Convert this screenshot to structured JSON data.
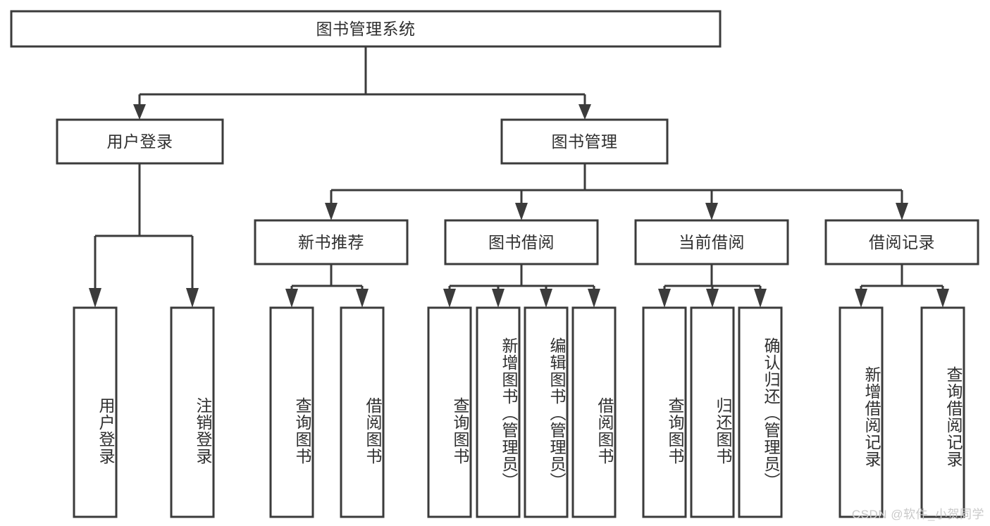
{
  "diagram": {
    "type": "tree-hierarchy",
    "title": "图书管理系统",
    "orientation": "top-down",
    "colors": {
      "stroke": "#3b3b3b",
      "fill": "#ffffff",
      "text": "#2f2f2f",
      "background": "#ffffff",
      "watermark": "#c9c9c9"
    },
    "nodes": {
      "root": {
        "label": "图书管理系统",
        "level": 1,
        "orientation": "horizontal"
      },
      "user_login": {
        "label": "用户登录",
        "level": 2,
        "orientation": "horizontal"
      },
      "book_manage": {
        "label": "图书管理",
        "level": 2,
        "orientation": "horizontal"
      },
      "new_book_rec": {
        "label": "新书推荐",
        "level": 3,
        "orientation": "horizontal"
      },
      "book_borrow": {
        "label": "图书借阅",
        "level": 3,
        "orientation": "horizontal"
      },
      "current_borrow": {
        "label": "当前借阅",
        "level": 3,
        "orientation": "horizontal"
      },
      "borrow_record": {
        "label": "借阅记录",
        "level": 3,
        "orientation": "horizontal"
      },
      "leaf_user_login": {
        "label": "用户登录",
        "level": 4,
        "orientation": "vertical"
      },
      "leaf_logout": {
        "label": "注销登录",
        "level": 4,
        "orientation": "vertical"
      },
      "leaf_query_book_1": {
        "label": "查询图书",
        "level": 4,
        "orientation": "vertical"
      },
      "leaf_borrow_book_1": {
        "label": "借阅图书",
        "level": 4,
        "orientation": "vertical"
      },
      "leaf_query_book_2": {
        "label": "查询图书",
        "level": 4,
        "orientation": "vertical"
      },
      "leaf_add_book": {
        "label": "新增图书（管理员）",
        "level": 4,
        "orientation": "vertical"
      },
      "leaf_edit_book": {
        "label": "编辑图书（管理员）",
        "level": 4,
        "orientation": "vertical"
      },
      "leaf_borrow_book_2": {
        "label": "借阅图书",
        "level": 4,
        "orientation": "vertical"
      },
      "leaf_query_book_3": {
        "label": "查询图书",
        "level": 4,
        "orientation": "vertical"
      },
      "leaf_return_book": {
        "label": "归还图书",
        "level": 4,
        "orientation": "vertical"
      },
      "leaf_confirm_return": {
        "label": "确认归还（管理员）",
        "level": 4,
        "orientation": "vertical"
      },
      "leaf_add_record": {
        "label": "新增借阅记录",
        "level": 4,
        "orientation": "vertical"
      },
      "leaf_query_record": {
        "label": "查询借阅记录",
        "level": 4,
        "orientation": "vertical"
      }
    },
    "edges": [
      {
        "from": "root",
        "to": "user_login"
      },
      {
        "from": "root",
        "to": "book_manage"
      },
      {
        "from": "user_login",
        "to": "leaf_user_login"
      },
      {
        "from": "user_login",
        "to": "leaf_logout"
      },
      {
        "from": "book_manage",
        "to": "new_book_rec"
      },
      {
        "from": "book_manage",
        "to": "book_borrow"
      },
      {
        "from": "book_manage",
        "to": "current_borrow"
      },
      {
        "from": "book_manage",
        "to": "borrow_record"
      },
      {
        "from": "new_book_rec",
        "to": "leaf_query_book_1"
      },
      {
        "from": "new_book_rec",
        "to": "leaf_borrow_book_1"
      },
      {
        "from": "book_borrow",
        "to": "leaf_query_book_2"
      },
      {
        "from": "book_borrow",
        "to": "leaf_add_book"
      },
      {
        "from": "book_borrow",
        "to": "leaf_edit_book"
      },
      {
        "from": "book_borrow",
        "to": "leaf_borrow_book_2"
      },
      {
        "from": "current_borrow",
        "to": "leaf_query_book_3"
      },
      {
        "from": "current_borrow",
        "to": "leaf_return_book"
      },
      {
        "from": "current_borrow",
        "to": "leaf_confirm_return"
      },
      {
        "from": "borrow_record",
        "to": "leaf_add_record"
      },
      {
        "from": "borrow_record",
        "to": "leaf_query_record"
      }
    ]
  },
  "watermark": {
    "text": "CSDN @软件_小贺同学"
  }
}
